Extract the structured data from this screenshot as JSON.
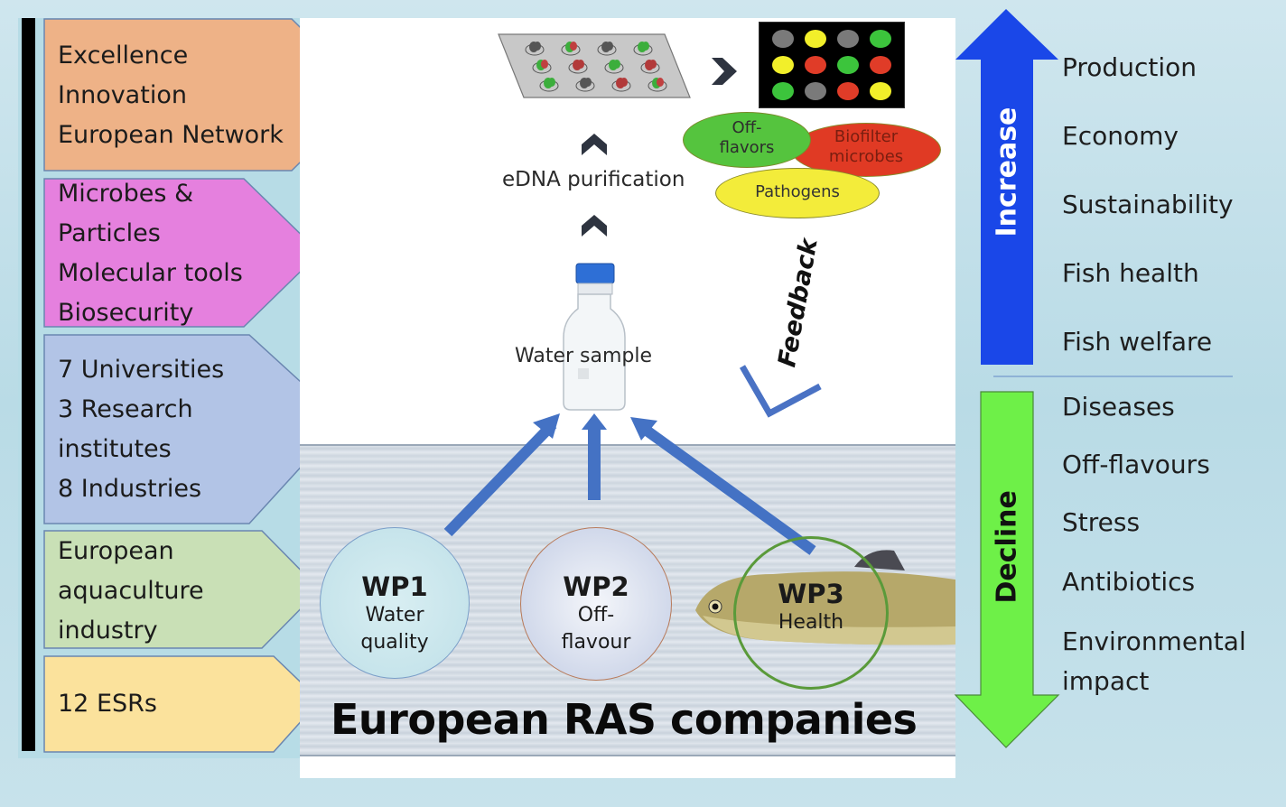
{
  "left_column": {
    "blocks": [
      {
        "lines": [
          "Excellence",
          "Innovation",
          "European Network"
        ],
        "color": "#eeb287"
      },
      {
        "lines": [
          "Microbes &",
          "Particles",
          "Molecular tools",
          "Biosecurity"
        ],
        "color": "#e580de"
      },
      {
        "lines": [
          "7 Universities",
          "3 Research",
          "institutes",
          "8 Industries"
        ],
        "color": "#b2c4e6"
      },
      {
        "lines": [
          "European",
          "aquaculture",
          "industry"
        ],
        "color": "#c9e0b6"
      },
      {
        "lines": [
          "12 ESRs"
        ],
        "color": "#fbe29c"
      }
    ]
  },
  "center": {
    "microarray_plate": {
      "wells": [
        [
          "grey",
          "green-red",
          "grey",
          "green"
        ],
        [
          "green-red",
          "red",
          "green",
          "red"
        ],
        [
          "green",
          "grey",
          "red",
          "green-red"
        ]
      ]
    },
    "result_grid": {
      "dots": [
        [
          "#7a7a7a",
          "#f2ef2a",
          "#7a7a7a",
          "#3cc43c"
        ],
        [
          "#f2ef2a",
          "#e03c28",
          "#3cc43c",
          "#e03c28"
        ],
        [
          "#3cc43c",
          "#7a7a7a",
          "#e03c28",
          "#f2ef2a"
        ]
      ]
    },
    "edna_label": "eDNA purification",
    "water_sample_label": "Water sample",
    "feedback_label": "Feedback",
    "categories": [
      {
        "lines": [
          "Off-",
          "flavors"
        ],
        "color": "#55c43e",
        "text_color": "#2d2d2d"
      },
      {
        "lines": [
          "Biofilter",
          "microbes"
        ],
        "color": "#e03a24",
        "text_color": "#7a1e10"
      },
      {
        "lines": [
          "Pathogens"
        ],
        "color": "#f3ec3a",
        "text_color": "#333333"
      }
    ],
    "work_packages": [
      {
        "title": "WP1",
        "lines": [
          "Water",
          "quality"
        ]
      },
      {
        "title": "WP2",
        "lines": [
          "Off-",
          "flavour"
        ]
      },
      {
        "title": "WP3",
        "lines": [
          "Health"
        ]
      }
    ],
    "footer_title": "European RAS companies"
  },
  "right_column": {
    "increase": {
      "label": "Increase",
      "color": "#1a47e8",
      "items": [
        "Production",
        "Economy",
        "Sustainability",
        "Fish health",
        "Fish welfare"
      ]
    },
    "decline": {
      "label": "Decline",
      "color": "#6ef048",
      "items": [
        "Diseases",
        "Off-flavours",
        "Stress",
        "Antibiotics",
        "Environmental",
        "impact"
      ]
    }
  }
}
